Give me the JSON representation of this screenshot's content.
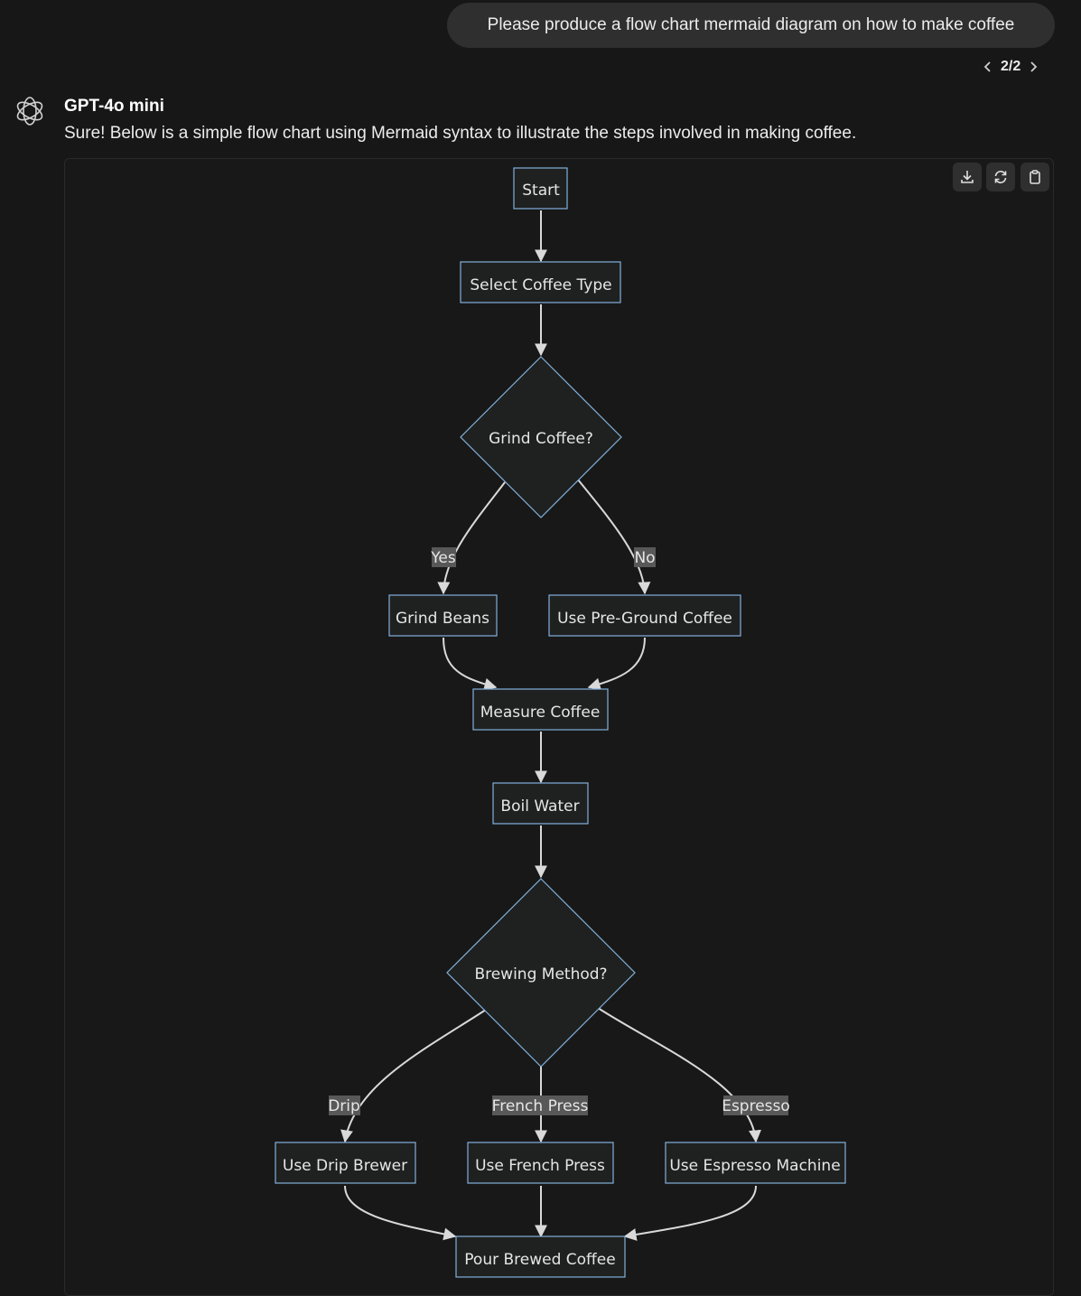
{
  "user_message": "Please produce a flow chart mermaid diagram on how to make coffee",
  "pager": {
    "text": "2/2",
    "prev_icon": "chevron-left-icon",
    "next_icon": "chevron-right-icon"
  },
  "assistant": {
    "model_name": "GPT-4o mini",
    "intro": "Sure! Below is a simple flow chart using Mermaid syntax to illustrate the steps involved in making coffee.",
    "avatar_icon": "openai-logo-icon"
  },
  "toolbar": {
    "icons": [
      "download-icon",
      "refresh-icon",
      "clipboard-icon"
    ]
  },
  "colors": {
    "background": "#171717",
    "node_fill": "#1f2020",
    "node_stroke": "#81b1db",
    "edge": "#d9d9d9",
    "edge_label_bg": "#585858"
  },
  "diagram": {
    "nodes": {
      "start": "Start",
      "select": "Select Coffee Type",
      "grind_q": "Grind Coffee?",
      "grind_beans": "Grind Beans",
      "pre_ground": "Use Pre-Ground Coffee",
      "measure": "Measure Coffee",
      "boil": "Boil Water",
      "method_q": "Brewing Method?",
      "drip": "Use Drip Brewer",
      "french": "Use French Press",
      "espresso": "Use Espresso Machine",
      "pour": "Pour Brewed Coffee"
    },
    "edge_labels": {
      "yes": "Yes",
      "no": "No",
      "drip": "Drip",
      "french": "French Press",
      "espresso": "Espresso"
    }
  }
}
